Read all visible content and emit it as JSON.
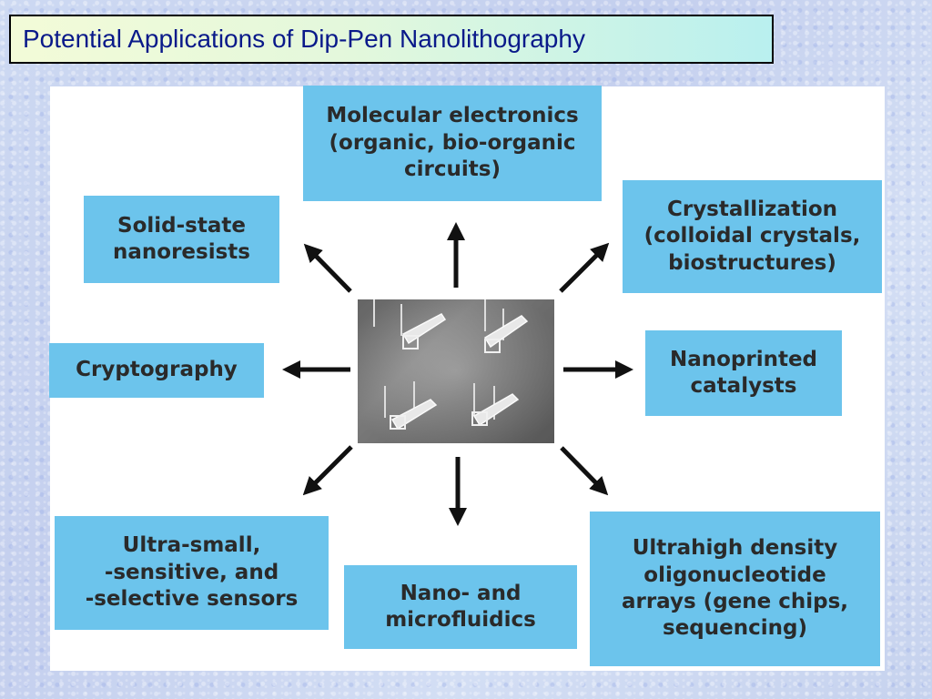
{
  "title": "Potential Applications of Dip-Pen Nanolithography",
  "center_image": "microscope image of cantilever tip array",
  "applications": {
    "molecular_electronics": "Molecular electronics\n(organic, bio-organic\ncircuits)",
    "solid_state": "Solid-state\nnanoresists",
    "crystallization": "Crystallization\n(colloidal crystals,\nbiostructures)",
    "cryptography": "Cryptography",
    "catalysts": "Nanoprinted\ncatalysts",
    "sensors": "Ultra-small,\n-sensitive, and\n-selective sensors",
    "microfluidics": "Nano- and\nmicrofluidics",
    "arrays": "Ultrahigh density\noligonucleotide\narrays (gene chips,\nsequencing)"
  },
  "colors": {
    "box": "#6cc4ec",
    "title_text": "#0a1a8a",
    "panel": "#ffffff"
  }
}
